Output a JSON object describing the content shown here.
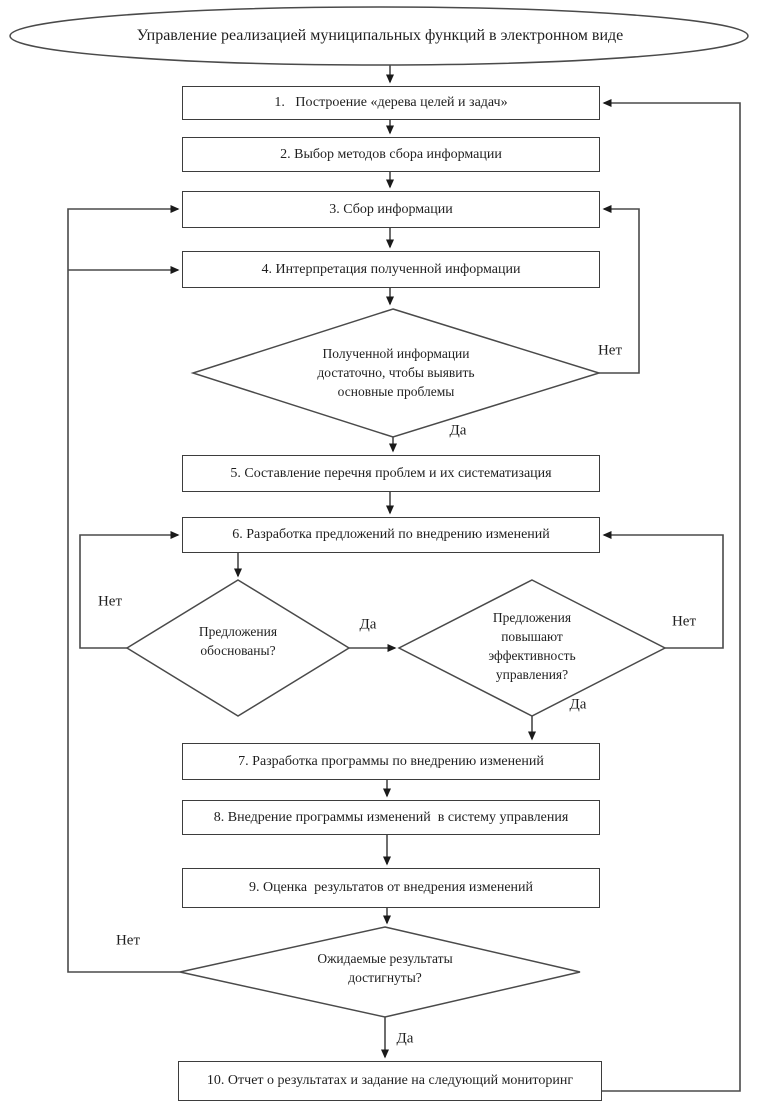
{
  "page": {
    "background_color": "#ffffff",
    "ink_color": "#1f1f1f",
    "line_color": "#4a4a4a"
  },
  "flowchart": {
    "start": {
      "label": "Управление реализацией муниципальных функций в электронном виде"
    },
    "steps": [
      {
        "label": "1.   Построение «дерева целей и задач»"
      },
      {
        "label": "2. Выбор методов сбора информации"
      },
      {
        "label": "3. Сбор информации"
      },
      {
        "label": "4. Интерпретация полученной информации"
      },
      {
        "label": "5. Составление перечня проблем и их систематизация"
      },
      {
        "label": "6. Разработка предложений по внедрению изменений"
      },
      {
        "label": "7. Разработка программы по внедрению изменений"
      },
      {
        "label": "8. Внедрение программы изменений  в систему управления"
      },
      {
        "label": "9. Оценка  результатов от внедрения изменений"
      },
      {
        "label": "10. Отчет о результатах и задание на следующий мониторинг"
      }
    ],
    "decisions": [
      {
        "label": "Полученной информации\nдостаточно, чтобы выявить\nосновные проблемы"
      },
      {
        "label": "Предложения\nобоснованы?"
      },
      {
        "label": "Предложения\nповышают\nэффективность\nуправления?"
      },
      {
        "label": "Ожидаемые результаты\nдостигнуты?"
      }
    ],
    "branch_labels": {
      "yes": "Да",
      "no": "Нет"
    }
  }
}
